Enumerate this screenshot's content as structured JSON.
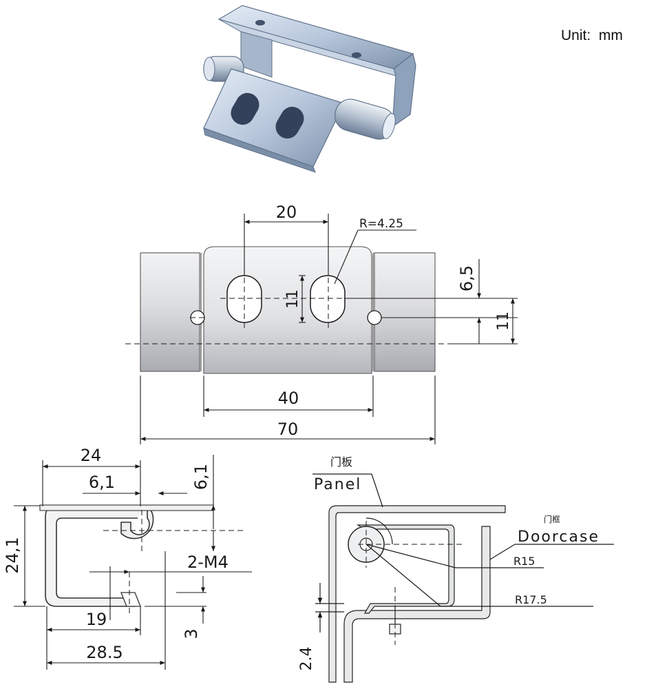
{
  "unit_label": "Unit:  mm",
  "front_view": {
    "dim_top": "20",
    "radius": "R=4.25",
    "slot_height": "11",
    "offset_right": "6,5",
    "height_right": "11",
    "width_inner": "40",
    "width_total": "70"
  },
  "side_view": {
    "width_top": "24",
    "width_inner": "6,1",
    "height_top": "6,1",
    "height_total": "24,1",
    "screw": "2-M4",
    "bottom_19": "19",
    "bottom_3": "3",
    "bottom_28": "28.5"
  },
  "install_view": {
    "panel_cn": "门板",
    "panel_en": "Panel",
    "doorcase_cn": "门框",
    "doorcase_en": "Doorcase",
    "r15": "R15",
    "r175": "R17.5",
    "gap": "2.4"
  },
  "colors": {
    "metal_light": "#e6e7e9",
    "metal_dark": "#a8abb0",
    "line": "#1a1a1a",
    "photo_blue": "#9fb4cf"
  }
}
